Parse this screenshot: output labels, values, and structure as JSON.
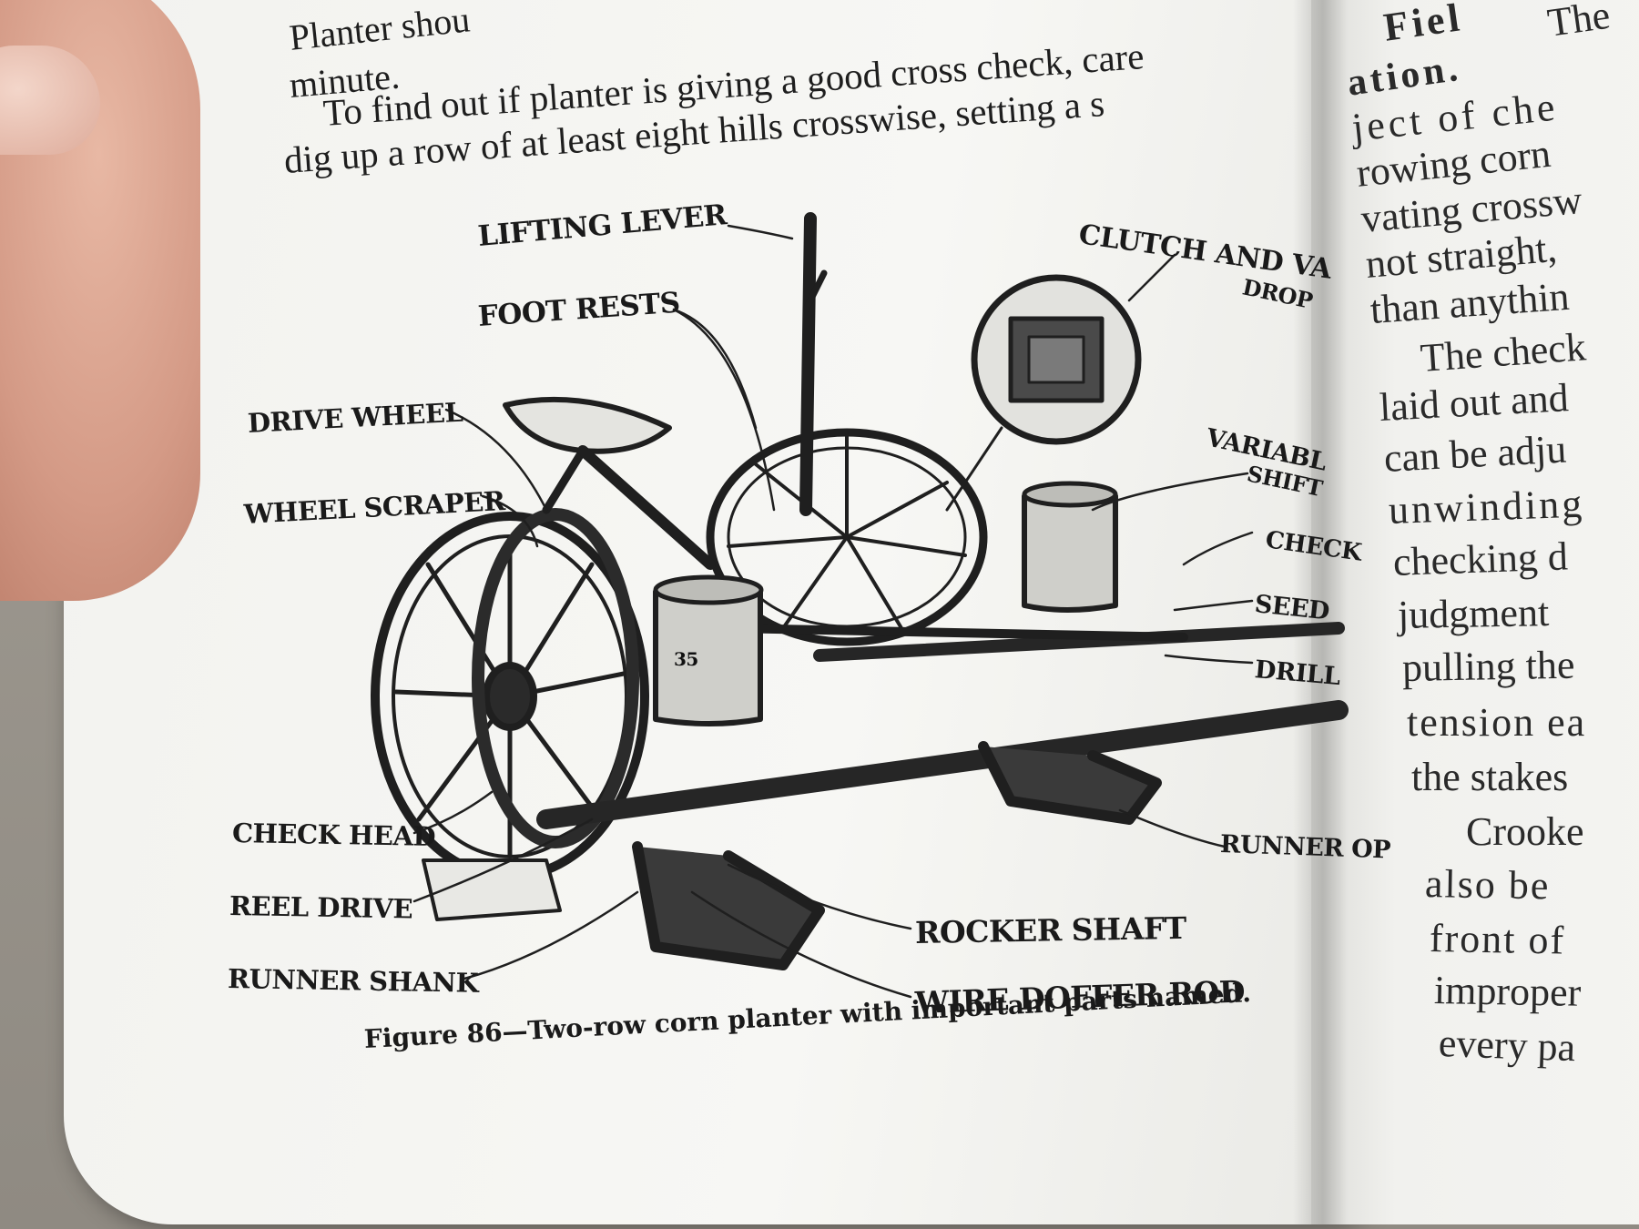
{
  "left_page": {
    "lines": [
      "Planter shou",
      "minute.",
      "To find out if planter is giving a good cross check, care",
      "dig up a row of at least eight hills crosswise, setting a s"
    ],
    "figure_labels": {
      "lifting_lever": "LIFTING LEVER",
      "foot_rests": "FOOT RESTS",
      "drive_wheel": "DRIVE WHEEL",
      "wheel_scraper": "WHEEL SCRAPER",
      "check_head": "CHECK HEAD",
      "reel_drive": "REEL DRIVE",
      "runner_shank": "RUNNER SHANK",
      "rocker_shaft": "ROCKER SHAFT",
      "wire_doffer_rod": "WIRE DOFFER ROD",
      "clutch_and_valve": "CLUTCH AND VA",
      "drop": "DROP",
      "variable": "VARIABL",
      "shift": "SHIFT",
      "check": "CHECK",
      "seed": "SEED",
      "drill": "DRILL",
      "runner_open": "RUNNER OP",
      "hopper_mark": "35"
    },
    "caption": "Figure 86—Two-row corn planter with important parts named."
  },
  "right_page": {
    "lines": [
      "Fiel",
      "The",
      "ation.",
      "ject of che",
      "rowing corn",
      "vating crossw",
      "not straight,",
      "than anythin",
      "The check",
      "laid out and",
      "can be adju",
      "unwinding",
      "checking d",
      "judgment",
      "pulling the",
      "tension ea",
      "the stakes",
      "Crooke",
      "also be",
      "front of",
      "improper",
      "every pa"
    ]
  }
}
